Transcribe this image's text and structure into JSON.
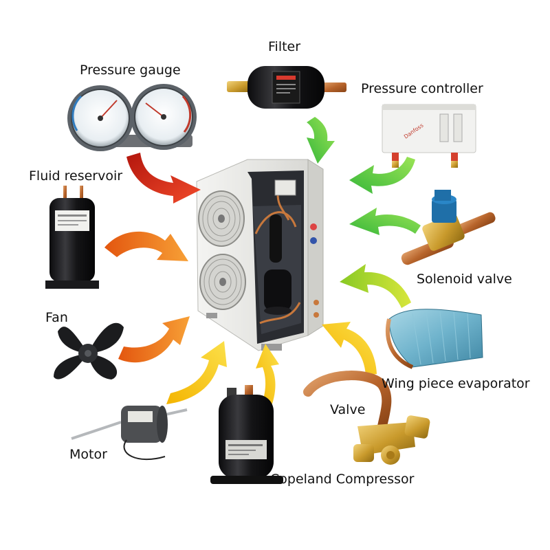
{
  "components": {
    "filter": "Filter",
    "pressure_gauge": "Pressure gauge",
    "pressure_controller": "Pressure controller",
    "fluid_reservoir": "Fluid reservoir",
    "solenoid_valve": "Solenoid valve",
    "fan": "Fan",
    "wing_piece_evaporator": "Wing piece evaporator",
    "valve": "Valve",
    "motor": "Motor",
    "copeland_compressor": "Copeland Compressor"
  },
  "colors": {
    "arrow_red": "#d42a1e",
    "arrow_orange": "#f07a12",
    "arrow_yellow": "#f2b705",
    "arrow_yellow_green": "#b7d62a",
    "arrow_green": "#5fcf3a",
    "unit_body": "#e9e9e6",
    "compressor": "#1d1d1f",
    "copper": "#c8783c"
  }
}
